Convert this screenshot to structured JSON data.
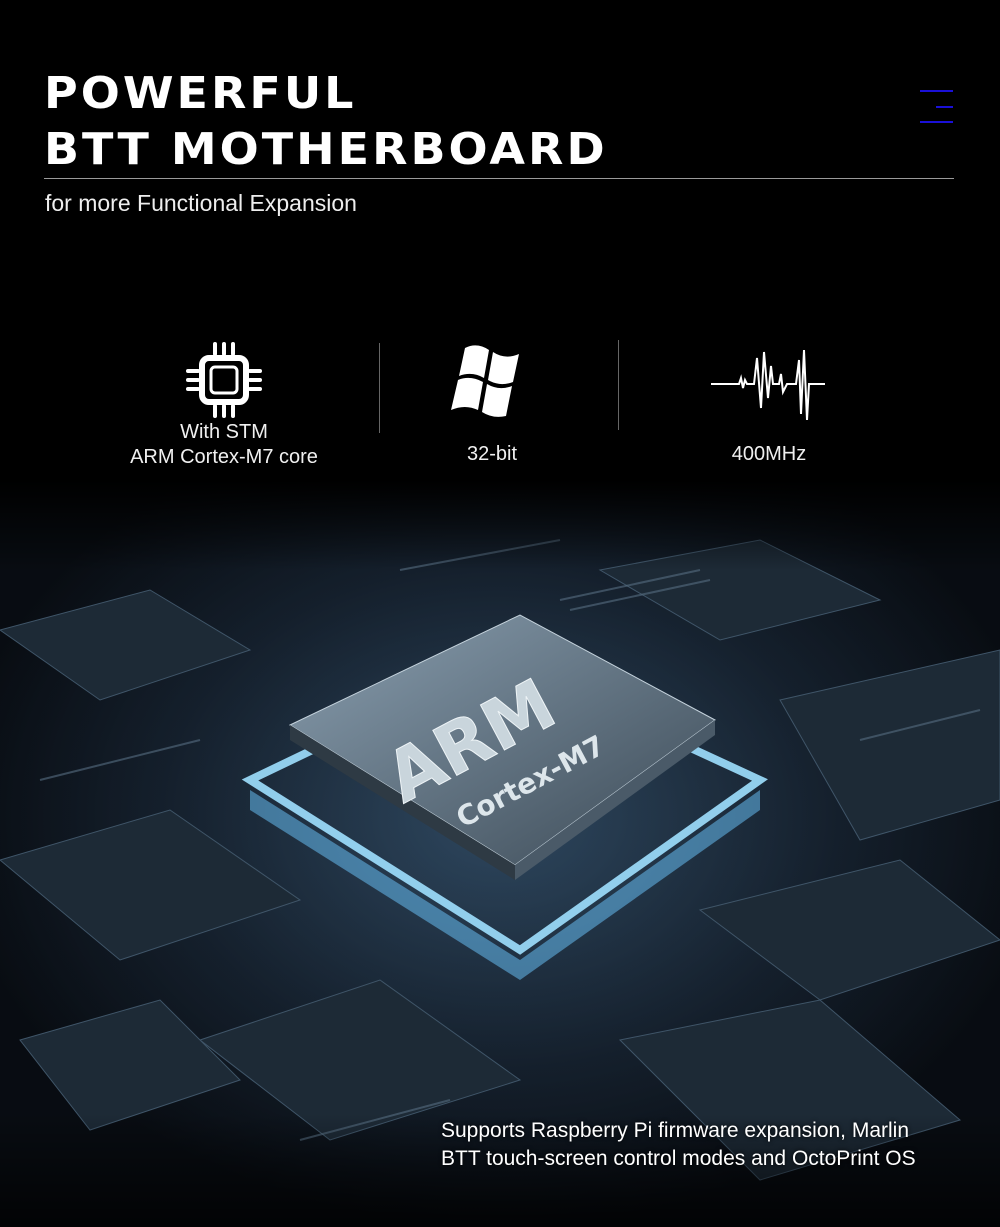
{
  "header": {
    "title_line1": "POWERFUL",
    "title_line2": "BTT MOTHERBOARD",
    "subtitle": "for more Functional Expansion",
    "menu_icon": "hamburger-icon",
    "accent_color": "#1a10d8"
  },
  "features": [
    {
      "icon": "chip-icon",
      "line1": "With STM",
      "line2": "ARM Cortex-M7 core"
    },
    {
      "icon": "windows-logo-icon",
      "line1": "32-bit"
    },
    {
      "icon": "waveform-icon",
      "line1": "400MHz"
    }
  ],
  "hero": {
    "chip_brand": "ARM",
    "chip_model": "Cortex-M7"
  },
  "footer": {
    "line1": "Supports Raspberry Pi firmware expansion, Marlin",
    "line2": "BTT touch-screen control modes and OctoPrint OS"
  }
}
